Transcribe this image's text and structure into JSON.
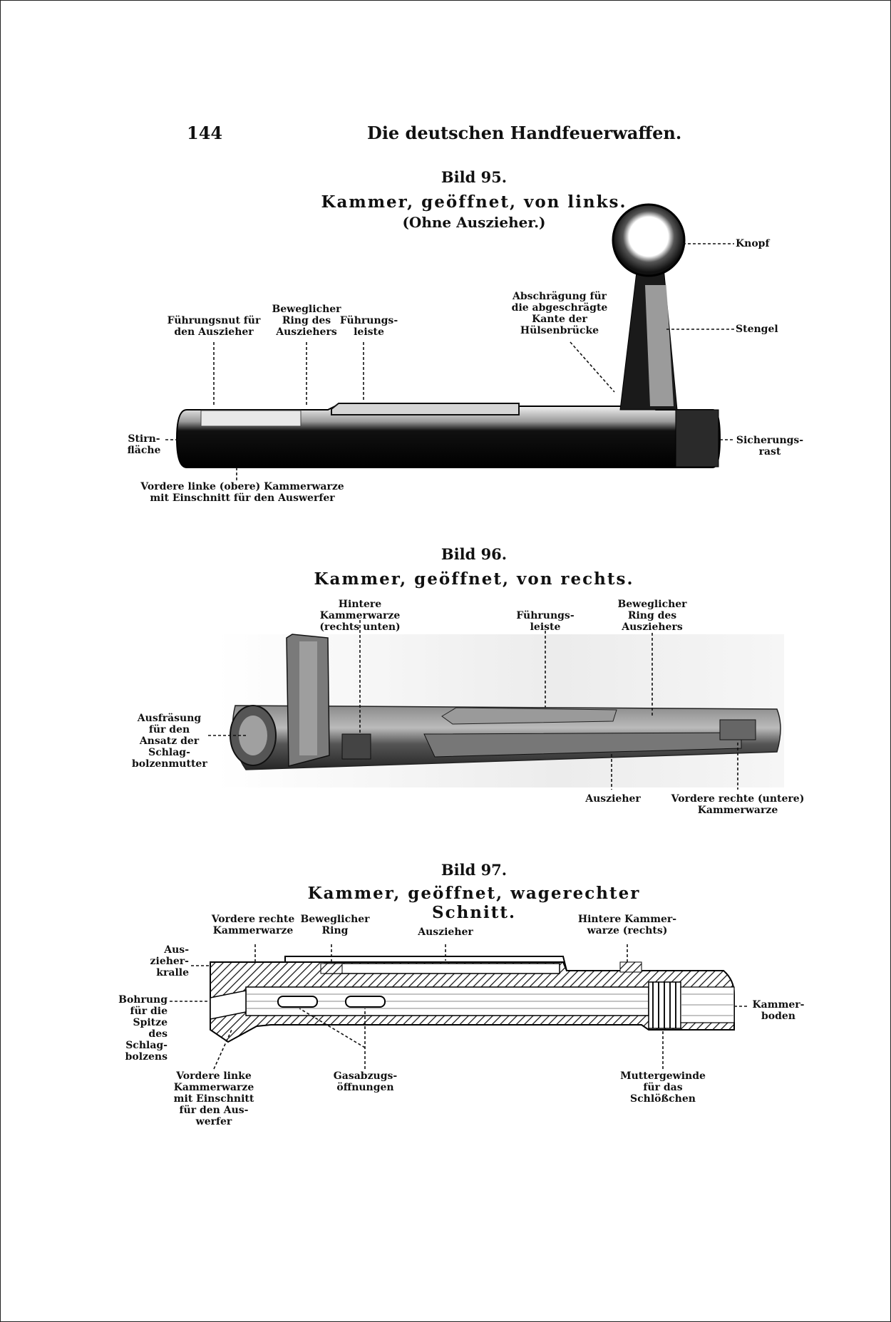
{
  "header": {
    "page_number": "144",
    "running_title": "Die deutschen Handfeuerwaffen."
  },
  "figures": [
    {
      "number": "Bild 95.",
      "caption": "Kammer, geöffnet, von links.",
      "subcaption": "(Ohne Auszieher.)",
      "labels": {
        "knopf": "Knopf",
        "stengel": "Stengel",
        "abschraegung": "Abschrägung für\ndie abgeschrägte\nKante der\nHülsenbrücke",
        "fuehrungsnut": "Führungsnut für\nden Auszieher",
        "ring": "Beweglicher\nRing des\nAusziehers",
        "leiste": "Führungs-\nleiste",
        "stirnflaeche": "Stirn-\nfläche",
        "sicherungsrast": "Sicherungs-\nrast",
        "warze": "Vordere linke (obere) Kammerwarze\nmit Einschnitt für den Auswerfer"
      }
    },
    {
      "number": "Bild 96.",
      "caption": "Kammer, geöffnet, von rechts.",
      "labels": {
        "hintere": "Hintere\nKammerwarze\n(rechts unten)",
        "leiste": "Führungs-\nleiste",
        "ring": "Beweglicher\nRing des\nAusziehers",
        "ausfraesung": "Ausfräsung\nfür den\nAnsatz der\nSchlag-\nbolzenmutter",
        "auszieher": "Auszieher",
        "vordere": "Vordere rechte (untere)\nKammerwarze"
      }
    },
    {
      "number": "Bild 97.",
      "caption": "Kammer, geöffnet, wagerechter Schnitt.",
      "labels": {
        "vordere_rechte": "Vordere rechte\nKammerwarze",
        "ring": "Beweglicher\nRing",
        "auszieher": "Auszieher",
        "hintere": "Hintere Kammer-\nwarze (rechts)",
        "kralle": "Aus-\nzieher-\nkralle",
        "bohrung": "Bohrung\nfür die\nSpitze\ndes\nSchlag-\nbolzens",
        "kammerboden": "Kammer-\nboden",
        "vordere_linke": "Vordere linke\nKammerwarze\nmit Einschnitt\nfür den Aus-\nwerfer",
        "gasabzug": "Gasabzugs-\nöffnungen",
        "muttergewinde": "Muttergewinde\nfür das\nSchlößchen"
      }
    }
  ]
}
